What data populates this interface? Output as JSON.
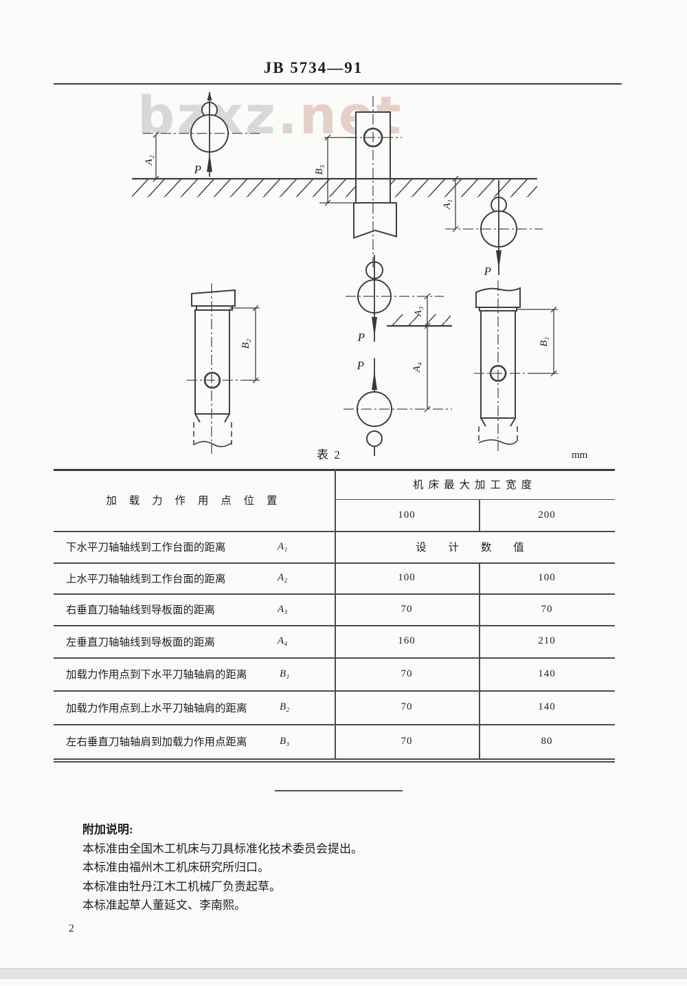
{
  "page": {
    "standard_number": "JB 5734—91",
    "page_number": "2",
    "watermark": {
      "main": "bzxz",
      "suffix": ".net"
    }
  },
  "diagram": {
    "force_label": "P",
    "dims": {
      "A1": "A₁",
      "A2": "A₂",
      "A3": "A₃",
      "A4": "A₄",
      "B1": "B₁",
      "B2": "B₂",
      "B3": "B₃"
    }
  },
  "table": {
    "caption": "表 2",
    "unit": "mm",
    "col_position_header": "加 载 力 作 用 点 位 置",
    "col_width_group_header": "机床最大加工宽度",
    "sub_columns": [
      "100",
      "200"
    ],
    "design_note": "设 计 数 值",
    "rows": [
      {
        "label": "下水平刀轴轴线到工作台面的距离",
        "symbol": "A₁",
        "v100": "",
        "v200": ""
      },
      {
        "label": "上水平刀轴轴线到工作台面的距离",
        "symbol": "A₂",
        "v100": "100",
        "v200": "100"
      },
      {
        "label": "右垂直刀轴轴线到导板面的距离",
        "symbol": "A₃",
        "v100": "70",
        "v200": "70"
      },
      {
        "label": "左垂直刀轴轴线到导板面的距离",
        "symbol": "A₄",
        "v100": "160",
        "v200": "210"
      },
      {
        "label": "加载力作用点到下水平刀轴轴肩的距离",
        "symbol": "B₁",
        "v100": "70",
        "v200": "140"
      },
      {
        "label": "加载力作用点到上水平刀轴轴肩的距离",
        "symbol": "B₂",
        "v100": "70",
        "v200": "140"
      },
      {
        "label": "左右垂直刀轴轴肩到加载力作用点距离",
        "symbol": "B₃",
        "v100": "70",
        "v200": "80"
      }
    ]
  },
  "notes": {
    "title": "附加说明:",
    "lines": [
      "本标准由全国木工机床与刀具标准化技术委员会提出。",
      "本标准由福州木工机床研究所归口。",
      "本标准由牡丹江木工机械厂负责起草。",
      "本标准起草人董延文、李南熙。"
    ]
  }
}
